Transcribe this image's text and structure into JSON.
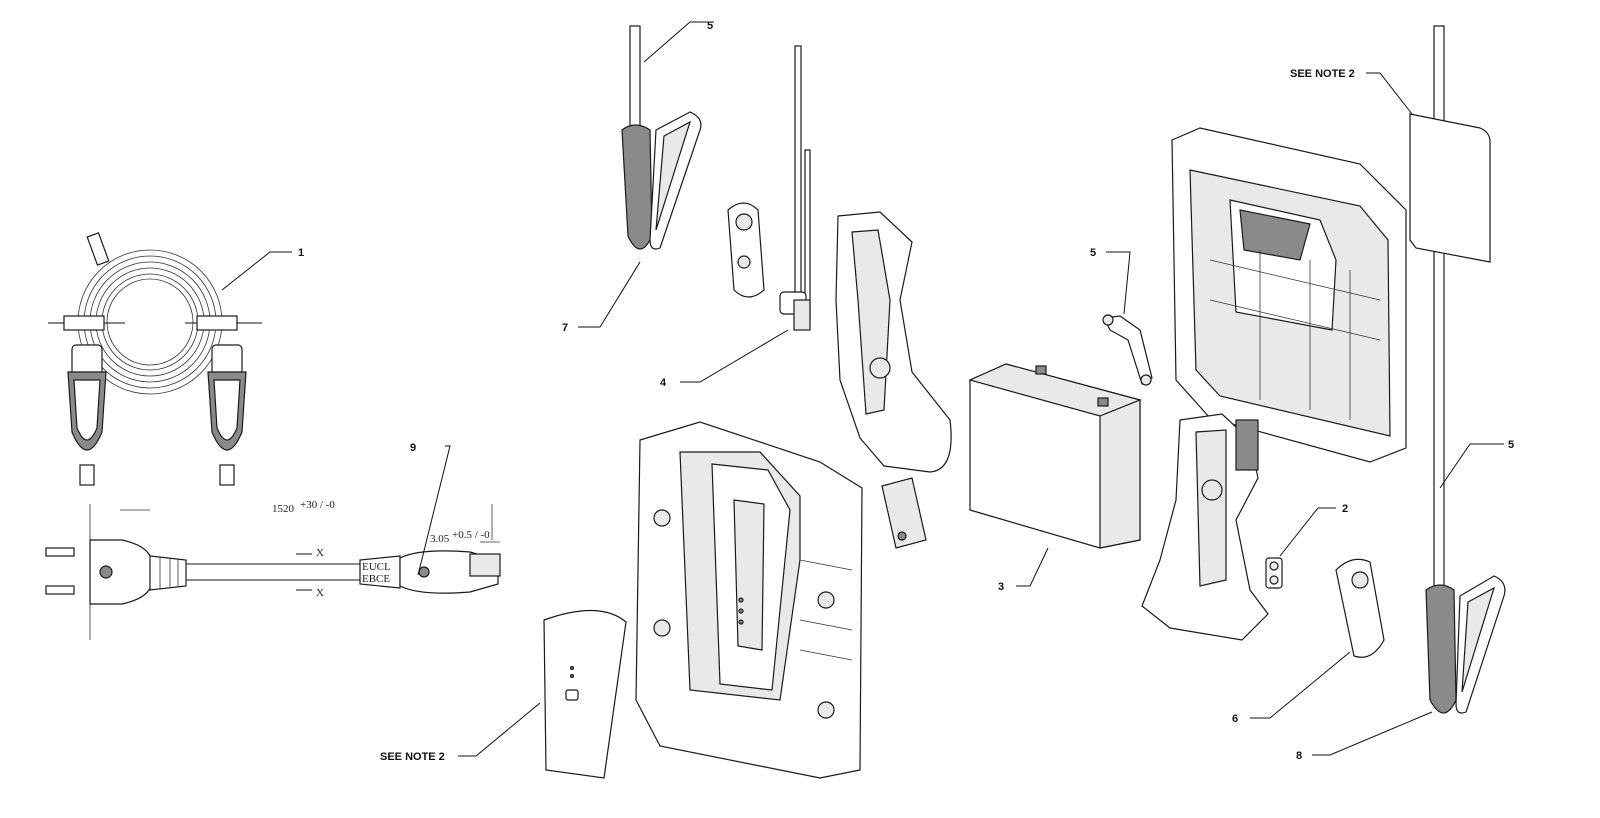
{
  "callouts": {
    "c1": "1",
    "c2": "2",
    "c3": "3",
    "c4": "4",
    "c5_top": "5",
    "c5_mid": "5",
    "c5_right": "5",
    "c6": "6",
    "c7": "7",
    "c8": "8",
    "c9": "9",
    "note_top": "SEE NOTE 2",
    "note_bottom": "SEE NOTE 2"
  },
  "dimensions": {
    "length": "1520",
    "length_tol": "+30 / -0",
    "end": "3.05",
    "end_tol": "+0.5 / -0",
    "break_mark": "X",
    "sleeve_a": "EUCL",
    "sleeve_b": "EBCE"
  }
}
